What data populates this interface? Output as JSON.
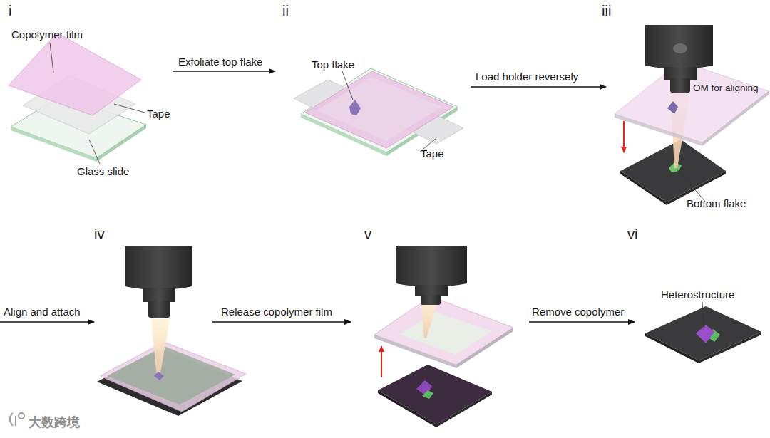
{
  "diagram": {
    "labels": [
      "i",
      "Copolymer film",
      "Tape",
      "Glass slide",
      "Exfoliate top flake",
      "ii",
      "Top flake",
      "Tape",
      "Load holder reversely",
      "iii",
      "OM for aligning",
      "Bottom flake",
      "iv",
      "Align and attach",
      "Release copolymer film",
      "v",
      "Remove copolymer",
      "vi",
      "Heterostructure",
      "大数跨境"
    ]
  }
}
